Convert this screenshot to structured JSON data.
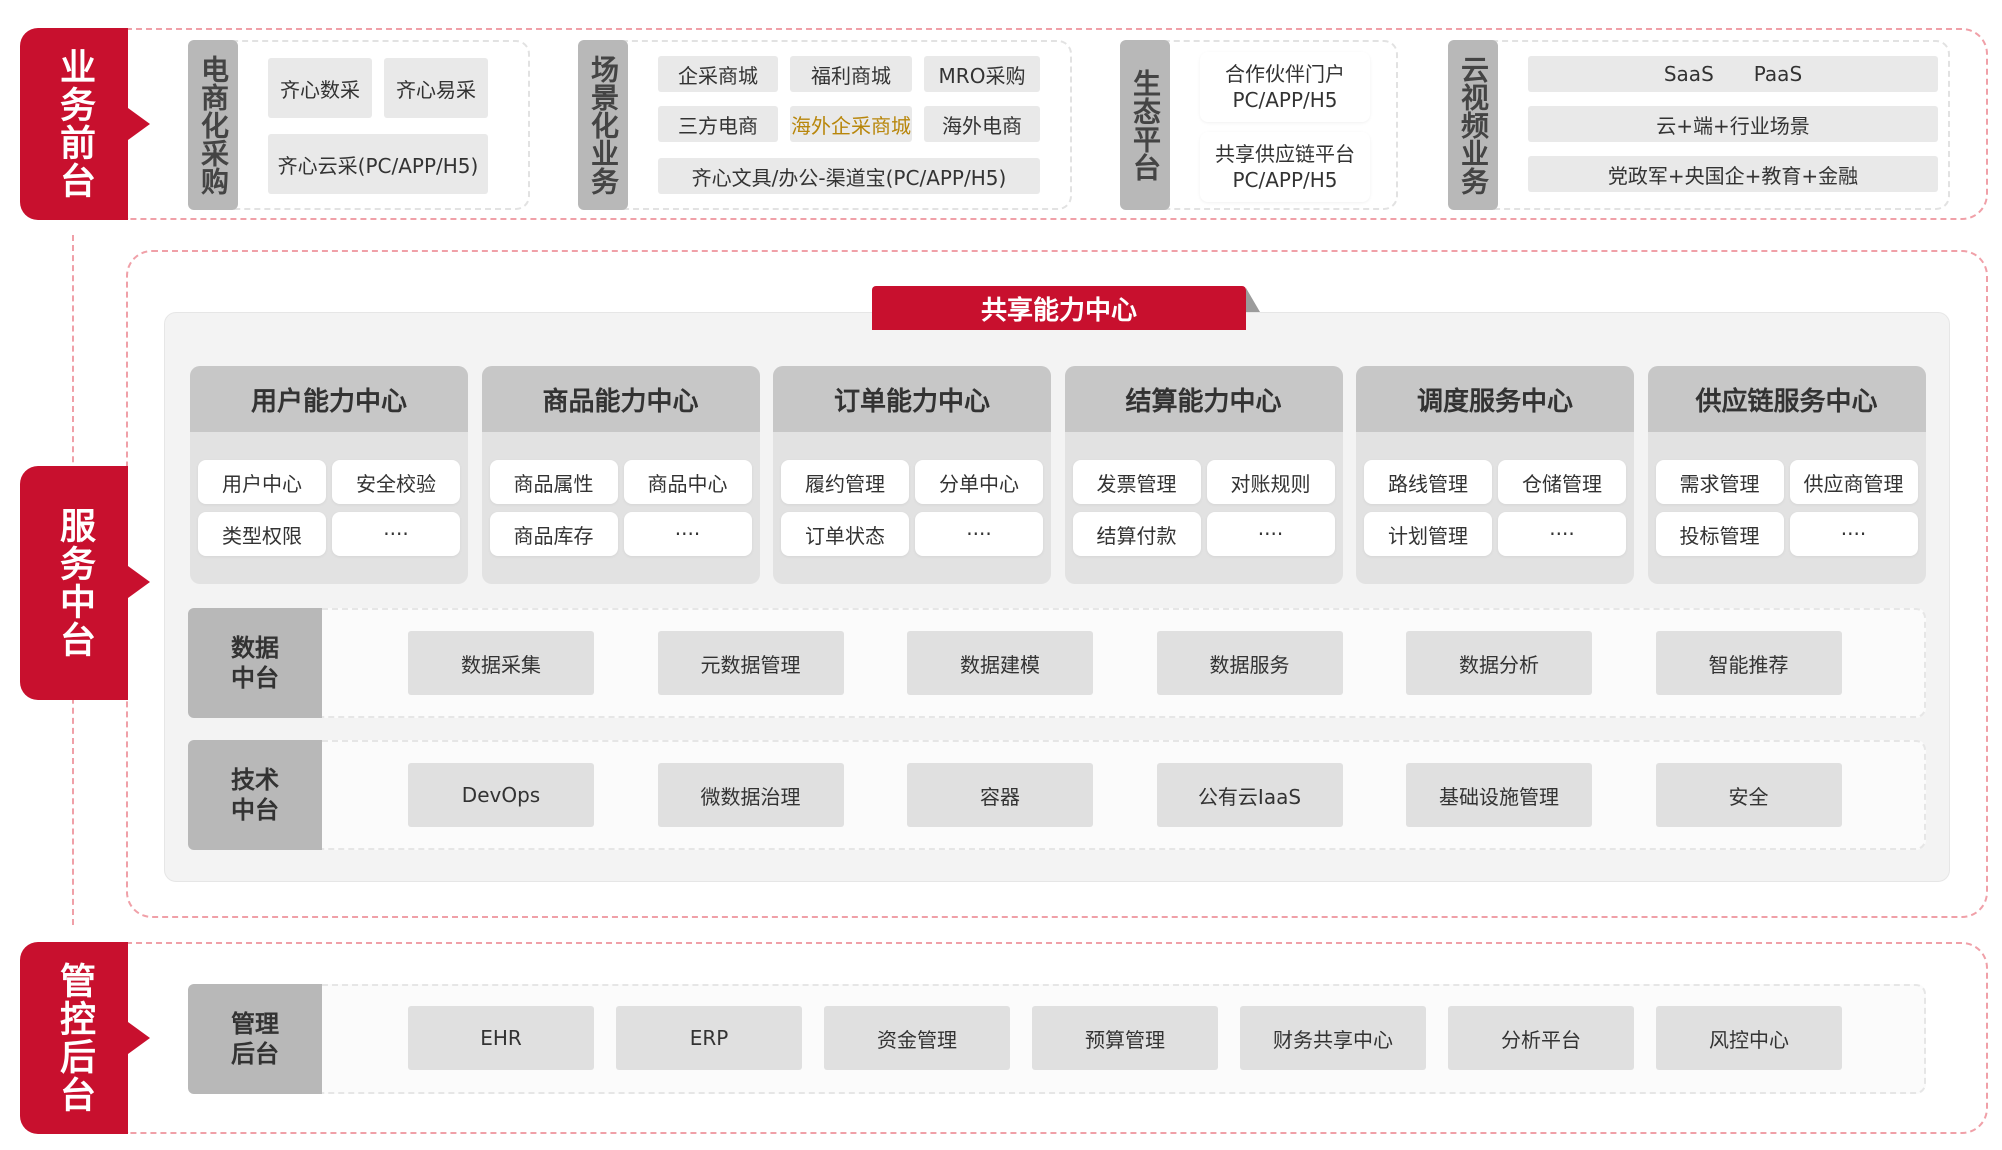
{
  "layers": {
    "front": "业务前台",
    "middle": "服务中台",
    "back": "管控后台"
  },
  "front": {
    "groups": [
      {
        "header": "电商化采购",
        "tiles": [
          "齐心数采",
          "齐心易采",
          "齐心云采(PC/APP/H5)"
        ]
      },
      {
        "header": "场景化业务",
        "tiles": [
          "企采商城",
          "福利商城",
          "MRO采购",
          "三方电商",
          "海外企采商城",
          "海外电商",
          "齐心文具/办公-渠道宝(PC/APP/H5)"
        ]
      },
      {
        "header": "生态平台",
        "tiles": [
          {
            "l1": "合作伙伴门户",
            "l2": "PC/APP/H5"
          },
          {
            "l1": "共享供应链平台",
            "l2": "PC/APP/H5"
          }
        ]
      },
      {
        "header": "云视频业务",
        "tiles": [
          {
            "a": "SaaS",
            "b": "PaaS"
          },
          "云+端+行业场景",
          "党政军+央国企+教育+金融"
        ]
      }
    ]
  },
  "shared": {
    "title": "共享能力中心",
    "cards": [
      {
        "title": "用户能力中心",
        "items": [
          "用户中心",
          "安全校验",
          "类型权限",
          "····"
        ]
      },
      {
        "title": "商品能力中心",
        "items": [
          "商品属性",
          "商品中心",
          "商品库存",
          "····"
        ]
      },
      {
        "title": "订单能力中心",
        "items": [
          "履约管理",
          "分单中心",
          "订单状态",
          "····"
        ]
      },
      {
        "title": "结算能力中心",
        "items": [
          "发票管理",
          "对账规则",
          "结算付款",
          "····"
        ]
      },
      {
        "title": "调度服务中心",
        "items": [
          "路线管理",
          "仓储管理",
          "计划管理",
          "····"
        ]
      },
      {
        "title": "供应链服务中心",
        "items": [
          "需求管理",
          "供应商管理",
          "投标管理",
          "····"
        ]
      }
    ],
    "data_row": {
      "head_l1": "数据",
      "head_l2": "中台",
      "items": [
        "数据采集",
        "元数据管理",
        "数据建模",
        "数据服务",
        "数据分析",
        "智能推荐"
      ]
    },
    "tech_row": {
      "head_l1": "技术",
      "head_l2": "中台",
      "items": [
        "DevOps",
        "微数据治理",
        "容器",
        "公有云IaaS",
        "基础设施管理",
        "安全"
      ]
    }
  },
  "back": {
    "head_l1": "管理",
    "head_l2": "后台",
    "items": [
      "EHR",
      "ERP",
      "资金管理",
      "预算管理",
      "财务共享中心",
      "分析平台",
      "风控中心"
    ]
  }
}
